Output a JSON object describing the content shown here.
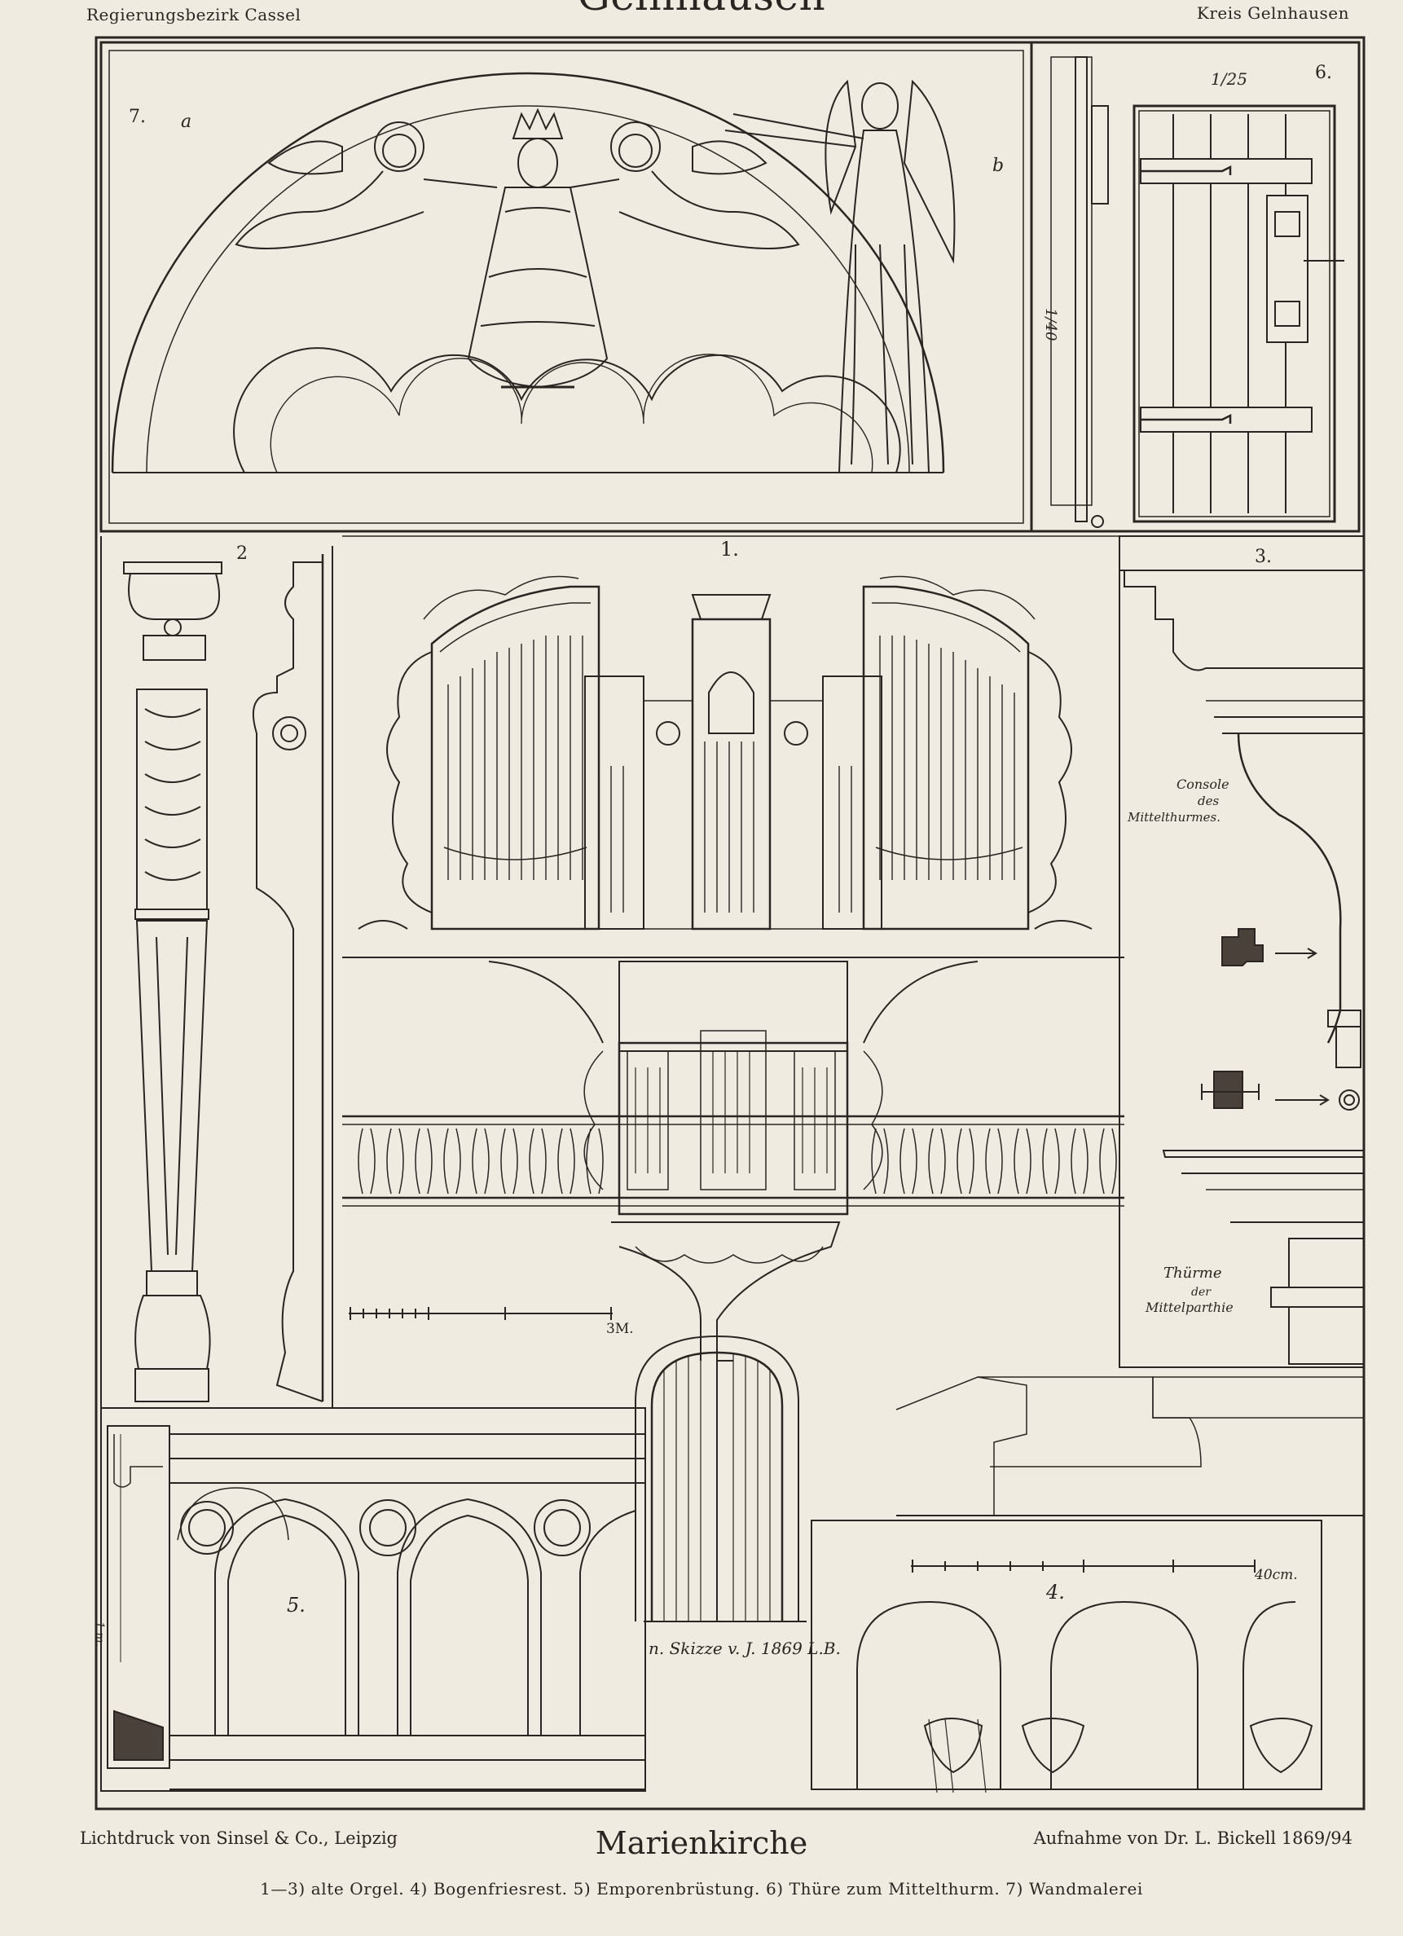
{
  "header": {
    "left": "Regierungsbezirk Cassel",
    "title": "Gelnhausen",
    "right": "Kreis Gelnhausen"
  },
  "figures": {
    "fig1": "1.",
    "fig2": "2",
    "fig3": "3.",
    "fig4": "4.",
    "fig5": "5.",
    "fig6": "6.",
    "fig7": "7.",
    "fig7_letter_a": "a",
    "fig7_letter_b": "b",
    "fig6_scale": "1/25",
    "fig6_height": "1/40",
    "fig3_note_console": [
      "Console",
      "des",
      "Mittelthurmes."
    ],
    "fig3_note_tuerme": [
      "Thürme",
      "der",
      "Mittelparthie"
    ],
    "fig1_scale": "3M.",
    "fig4_scale": "40cm.",
    "fig5_scale": "1 m.",
    "signature": "n. Skizze v. J. 1869 L.B."
  },
  "footer": {
    "left": "Lichtdruck von Sinsel & Co., Leipzig",
    "title": "Marienkirche",
    "right": "Aufnahme von Dr. L. Bickell 1869/94",
    "caption": "1—3) alte Orgel.  4) Bogenfriesrest.  5) Emporenbrüstung.  6) Thüre zum Mittelthurm.  7) Wandmalerei"
  }
}
